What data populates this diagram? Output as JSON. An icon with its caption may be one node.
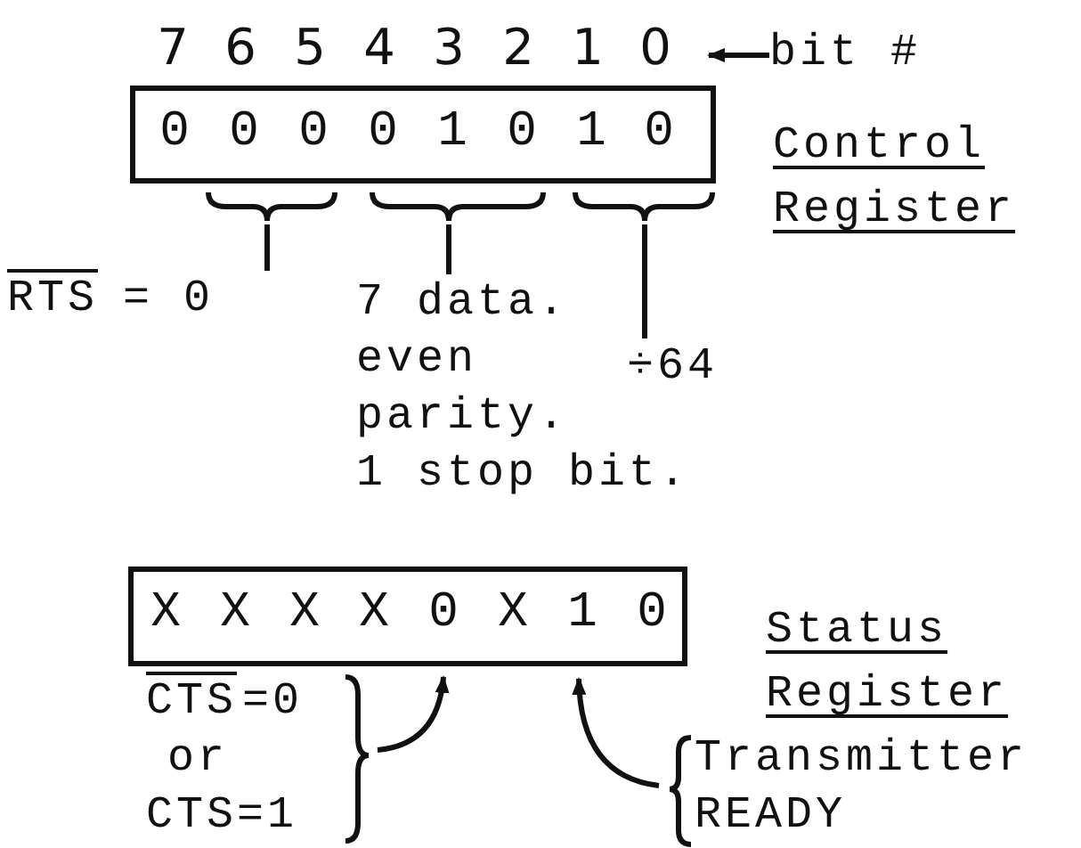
{
  "diagram": {
    "nodes": [
      {
        "text": [
          "bit #"
        ]
      },
      {
        "text": [
          "0 0 0 0 1 0 1 0"
        ]
      },
      {
        "text": [
          "RTS",
          "= 0"
        ]
      },
      {
        "text": [
          "7 data.",
          "even parity.",
          "1 stop bit."
        ]
      },
      {
        "text": [
          "÷64"
        ]
      },
      {
        "text": [
          "X X X X 0 X 1 0"
        ]
      },
      {
        "text": [
          "CTS",
          "=0",
          "or",
          "CTS=1"
        ]
      },
      {
        "text": [
          "Transmitter READY"
        ]
      }
    ],
    "edges": [
      {
        "from": 0,
        "to": 1,
        "arrow": "to"
      },
      {
        "from": 2,
        "to": 1,
        "arrow": "none"
      },
      {
        "from": 3,
        "to": 1,
        "arrow": "none"
      },
      {
        "from": 4,
        "to": 1,
        "arrow": "none"
      },
      {
        "from": 6,
        "to": 5,
        "arrow": "to"
      },
      {
        "from": 7,
        "to": 5,
        "arrow": "to"
      }
    ],
    "labels": [
      "7",
      "6",
      "5",
      "4",
      "3",
      "2",
      "1",
      "0",
      "Control Register",
      "Status Register"
    ]
  }
}
